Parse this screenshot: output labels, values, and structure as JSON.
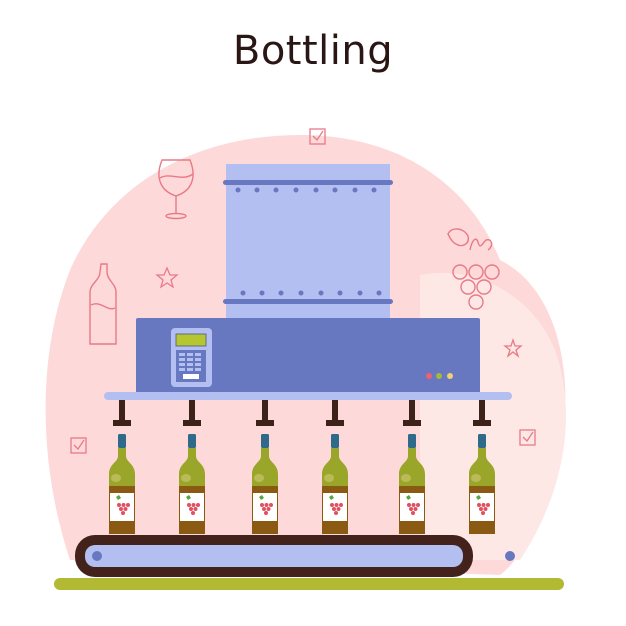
{
  "title": "Bottling",
  "colors": {
    "blob_pink": "#fdd9d9",
    "blob_light": "#fde8e6",
    "machine_light": "#b3bff0",
    "machine_dark": "#6878c0",
    "outline_pink": "#e87a86",
    "stopper": "#3d221a",
    "bottle_green": "#9aa62a",
    "bottle_brown": "#8b5a12",
    "bottle_cap": "#2f6a8a",
    "conveyor_frame": "#42221a",
    "conveyor_belt": "#b3bff0",
    "ground": "#b2ba34",
    "lights": [
      "#f06070",
      "#a6b83a",
      "#f3cf72"
    ],
    "screen": "#b6c630"
  },
  "machine": {
    "bolt_rows": 2,
    "bolts_per_row": 8,
    "indicator_lights": 3,
    "keypad_keys": 12
  },
  "bottles": {
    "count": 6,
    "positions_x": [
      122,
      192,
      265,
      335,
      412,
      482
    ],
    "label": "grape-label"
  },
  "decorations": [
    "wine-glass",
    "bottle-outline",
    "star",
    "star",
    "checkbox",
    "checkbox",
    "checkbox",
    "grape-bunch"
  ]
}
